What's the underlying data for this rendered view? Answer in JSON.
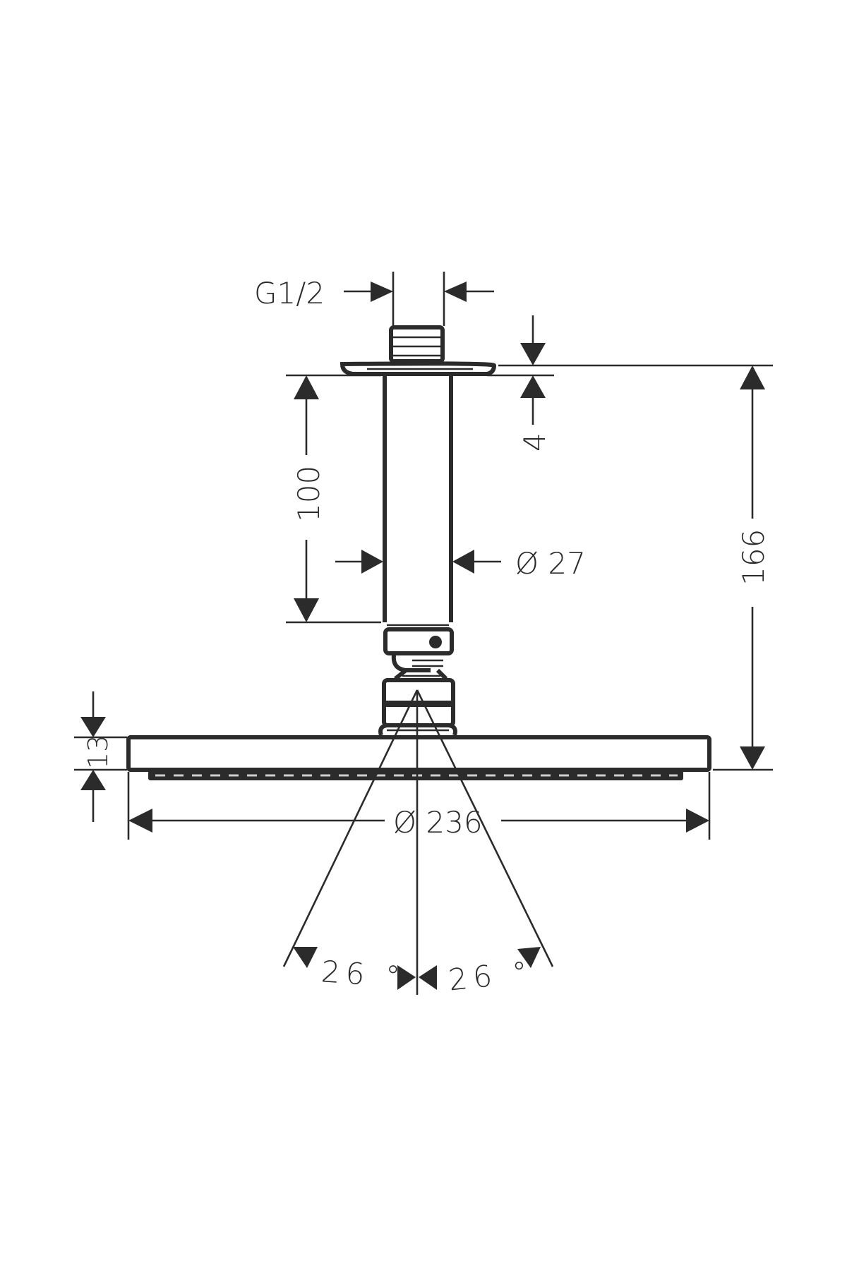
{
  "drawing": {
    "title": "Overhead shower with ceiling connector - dimension drawing",
    "units": "mm",
    "background": "#ffffff",
    "line_color": "#2b2b2b"
  },
  "dimensions": {
    "thread": {
      "label": "G1/2"
    },
    "flange_thickness": {
      "label": "4",
      "value": 4
    },
    "arm_length": {
      "label": "100",
      "value": 100
    },
    "arm_diameter": {
      "label": "Ø 27",
      "value": 27
    },
    "total_height": {
      "label": "166",
      "value": 166
    },
    "head_thickness": {
      "label": "13",
      "value": 13
    },
    "head_diameter": {
      "label": "Ø 236",
      "value": 236
    },
    "spray_angle_left": {
      "label": "26 °",
      "value": 26
    },
    "spray_angle_right": {
      "label": "26 °",
      "value": 26
    }
  }
}
